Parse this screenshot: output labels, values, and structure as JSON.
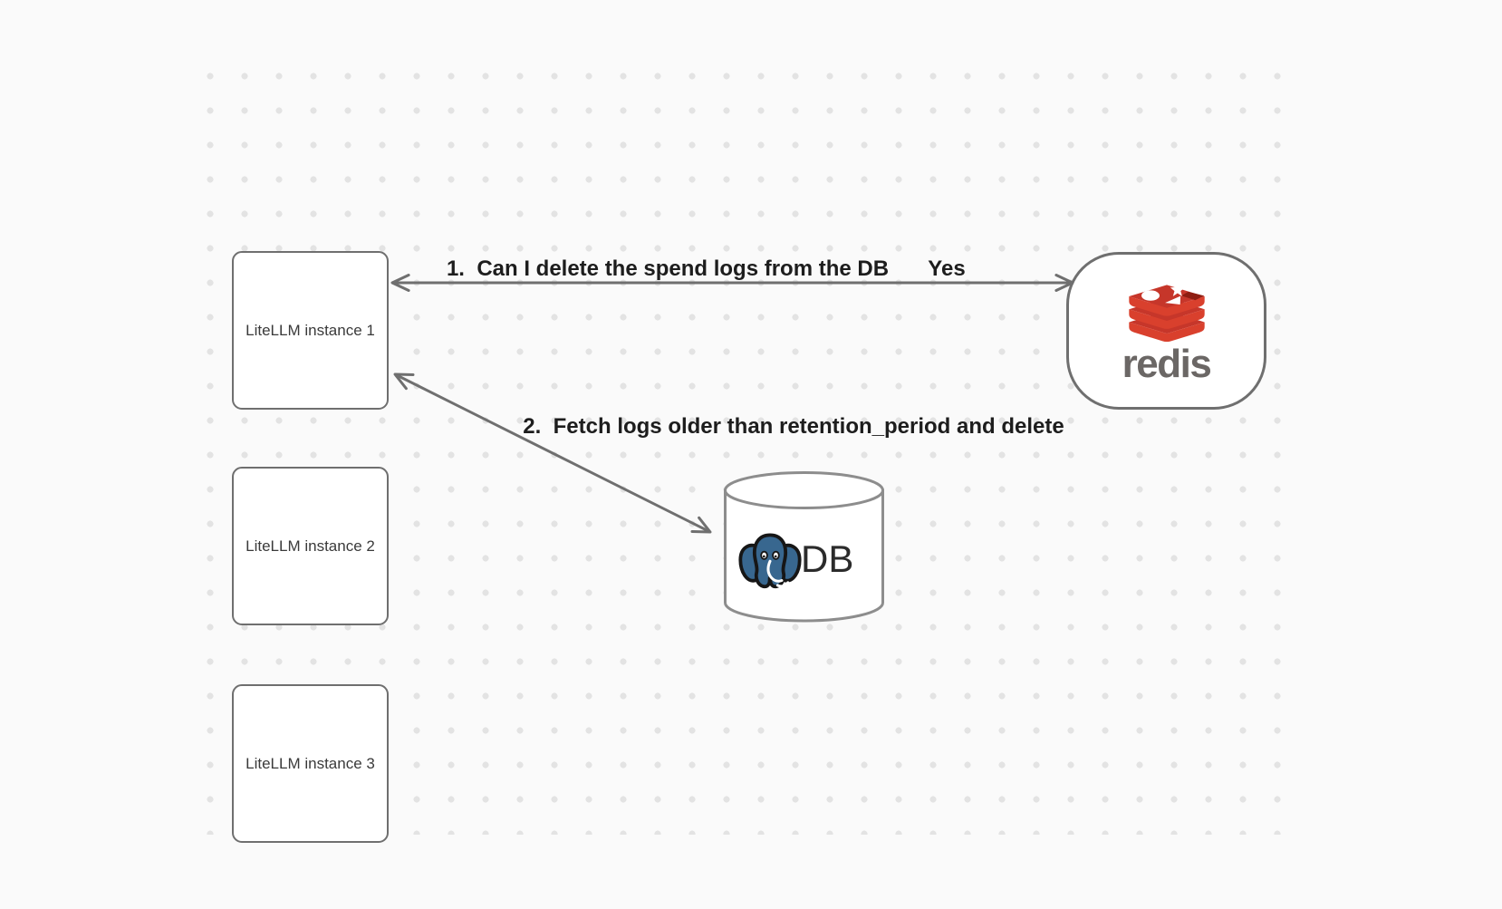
{
  "canvas": {
    "background_color": "#fafafa",
    "dot_color": "#e3e3e3",
    "stroke_color": "#6f6f6f",
    "cylinder_stroke_color": "#8d8d8d",
    "label_color": "#1d1d1d"
  },
  "nodes": {
    "instances": [
      {
        "label": "LiteLLM instance 1"
      },
      {
        "label": "LiteLLM instance 2"
      },
      {
        "label": "LiteLLM instance 3"
      }
    ],
    "redis": {
      "wordmark": "redis",
      "logo_red": "#c6362a",
      "logo_red_bright": "#d9402d",
      "logo_red_dark": "#8e1d11"
    },
    "db": {
      "label": "DB",
      "postgres_blue": "#38678f"
    }
  },
  "arrows": {
    "a1": {
      "label": "1.  Can I delete the spend logs from the DB",
      "answer": "Yes"
    },
    "a2": {
      "label": "2.  Fetch logs older than retention_period and delete"
    }
  }
}
